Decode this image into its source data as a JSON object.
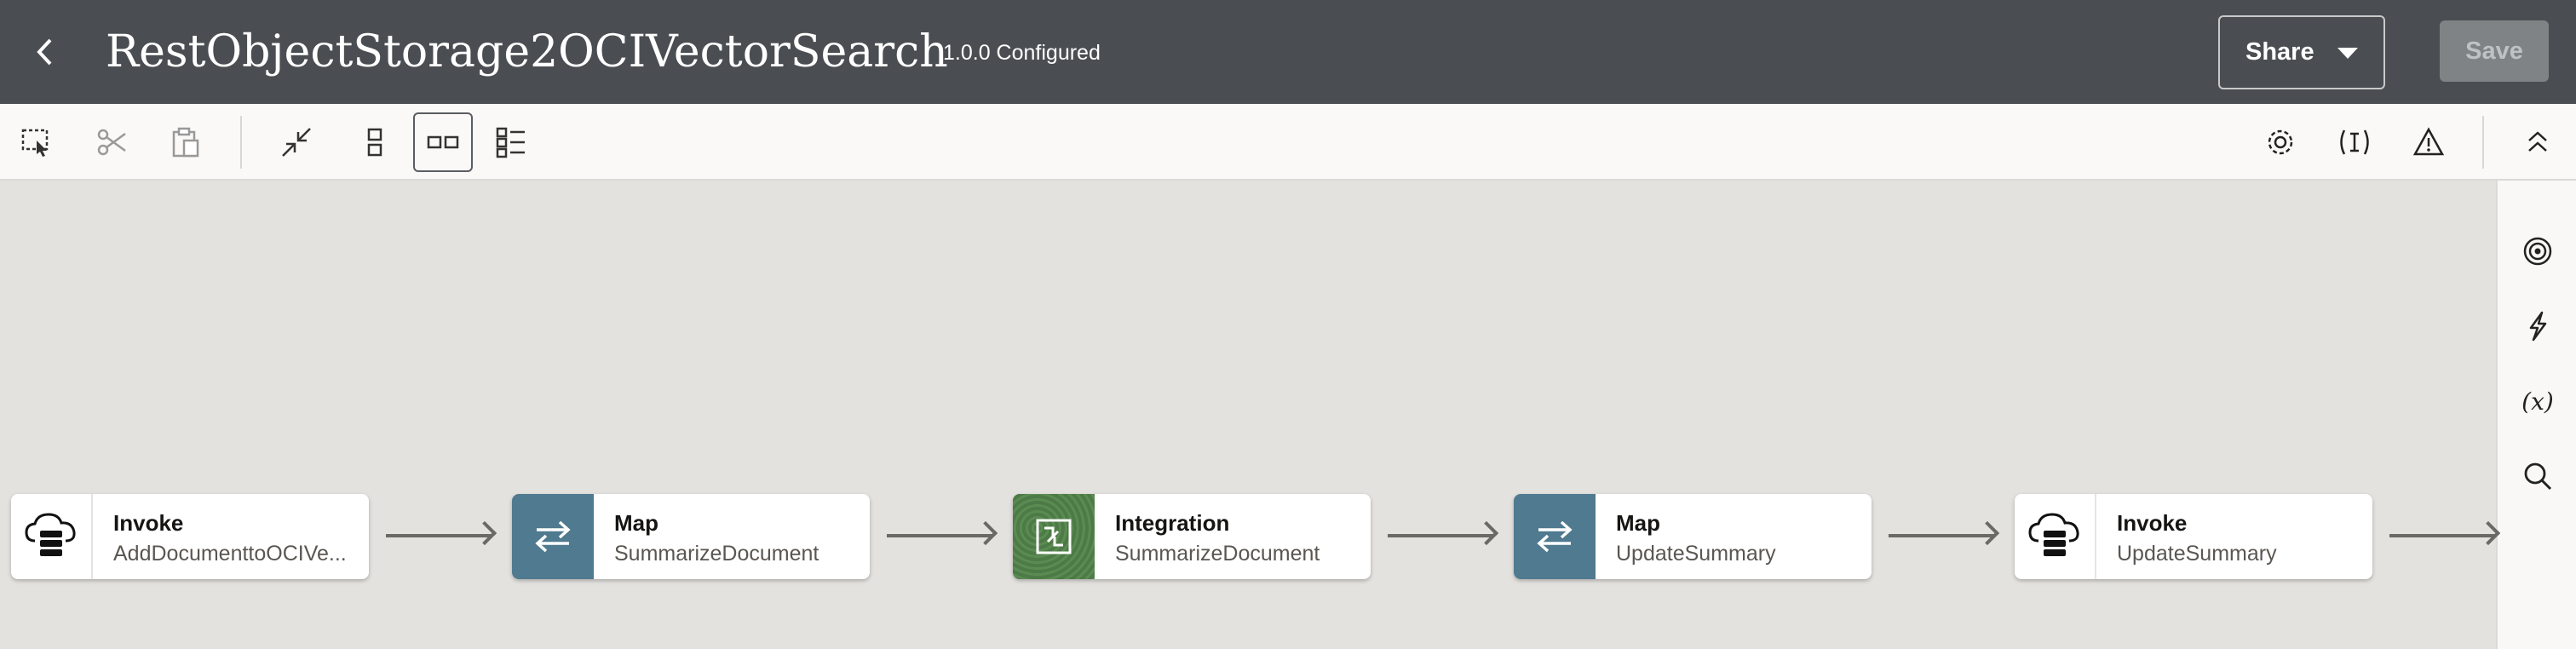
{
  "header": {
    "title": "RestObjectStorage2OCIVectorSearch",
    "version_status": "1.0.0 Configured",
    "share_label": "Share",
    "save_label": "Save"
  },
  "toolbar": {
    "left_tools": [
      "select-icon",
      "cut-icon",
      "paste-icon",
      "collapse-icon",
      "vertical-layout-icon",
      "horizontal-layout-icon",
      "details-layout-icon"
    ],
    "right_tools": [
      "settings-icon",
      "tracking-icon",
      "warning-icon",
      "chevron-up-icon"
    ],
    "active_tool": "horizontal-layout-icon"
  },
  "right_panel": {
    "tools": [
      "target-icon",
      "lightning-icon",
      "variables-icon",
      "search-icon"
    ],
    "variables_glyph": "(x)"
  },
  "flow": {
    "nodes": [
      {
        "type": "Invoke",
        "name": "AddDocumenttoOCIVe...",
        "icon": "cloud-database-icon"
      },
      {
        "type": "Map",
        "name": "SummarizeDocument",
        "icon": "map-arrows-icon"
      },
      {
        "type": "Integration",
        "name": "SummarizeDocument",
        "icon": "integration-icon"
      },
      {
        "type": "Map",
        "name": "UpdateSummary",
        "icon": "map-arrows-icon"
      },
      {
        "type": "Invoke",
        "name": "UpdateSummary",
        "icon": "cloud-database-icon"
      }
    ]
  },
  "colors": {
    "header_bg": "#4a4e52",
    "map_node": "#4f7a8f",
    "integration_node": "#4d7a46",
    "canvas_bg": "#e4e2de"
  }
}
